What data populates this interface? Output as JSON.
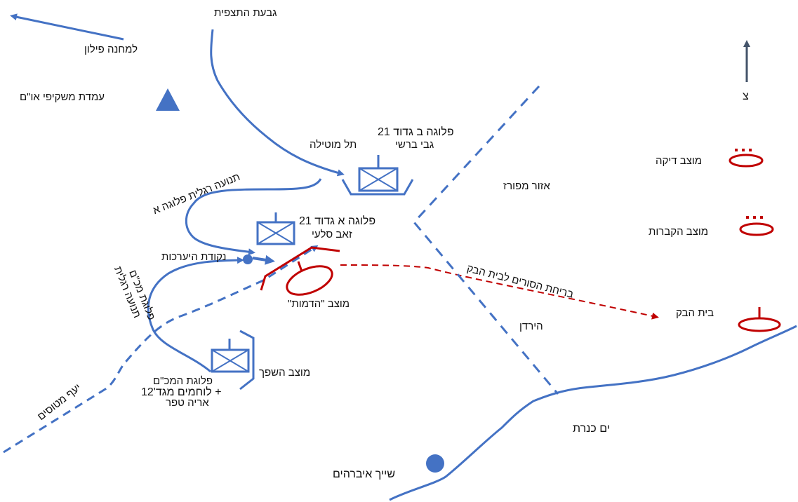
{
  "title": "Battle map - Tel Mutila area",
  "colors": {
    "friendly": "#4472c4",
    "enemy": "#c00000",
    "north_arrow": "#44546a",
    "text": "#111111"
  },
  "labels": {
    "givat_hatatzpit": "גבעת התצפית",
    "to_camp_filon": "למחנה פילון",
    "un_observers": "עמדת משקיפי או\"ם",
    "tel_mutila": "תל מוטילה",
    "company_b_line1": "פלוגה ב גדוד 21",
    "company_b_line2": "גבי ברשי",
    "company_a_move": "תנועה רגלית פלוגה א",
    "company_a_line1": "פלוגה א גדוד 21",
    "company_a_line2": "זאב סלעי",
    "staging_point": "נקודת היערכות",
    "hadmut_post": "מוצב \"הדמות\"",
    "mortar_move_line1": "תנועה רגלית",
    "mortar_move_line2": "פלוגת מכ\"ם",
    "shafach_post": "מוצב השפך",
    "mortar_company_line1": "פלוגת המכ\"ם",
    "mortar_company_line2": "+ לוחמים מגד'12",
    "mortar_company_line3": "אריה טפר",
    "yaaf_metosim": "יעף מטוסים",
    "demilitarized_zone": "אזור מפורז",
    "syrian_escape": "בריחת הסורים לבית הבק",
    "jordan": "הירדן",
    "beit_habek": "בית הבק",
    "sea_of_galilee": "ים כנרת",
    "sheikh_ibrahim": "שייך איברהים",
    "north": "צ",
    "diqa_post": "מוצב דיקה",
    "cemetery_post": "מוצב הקברות"
  }
}
